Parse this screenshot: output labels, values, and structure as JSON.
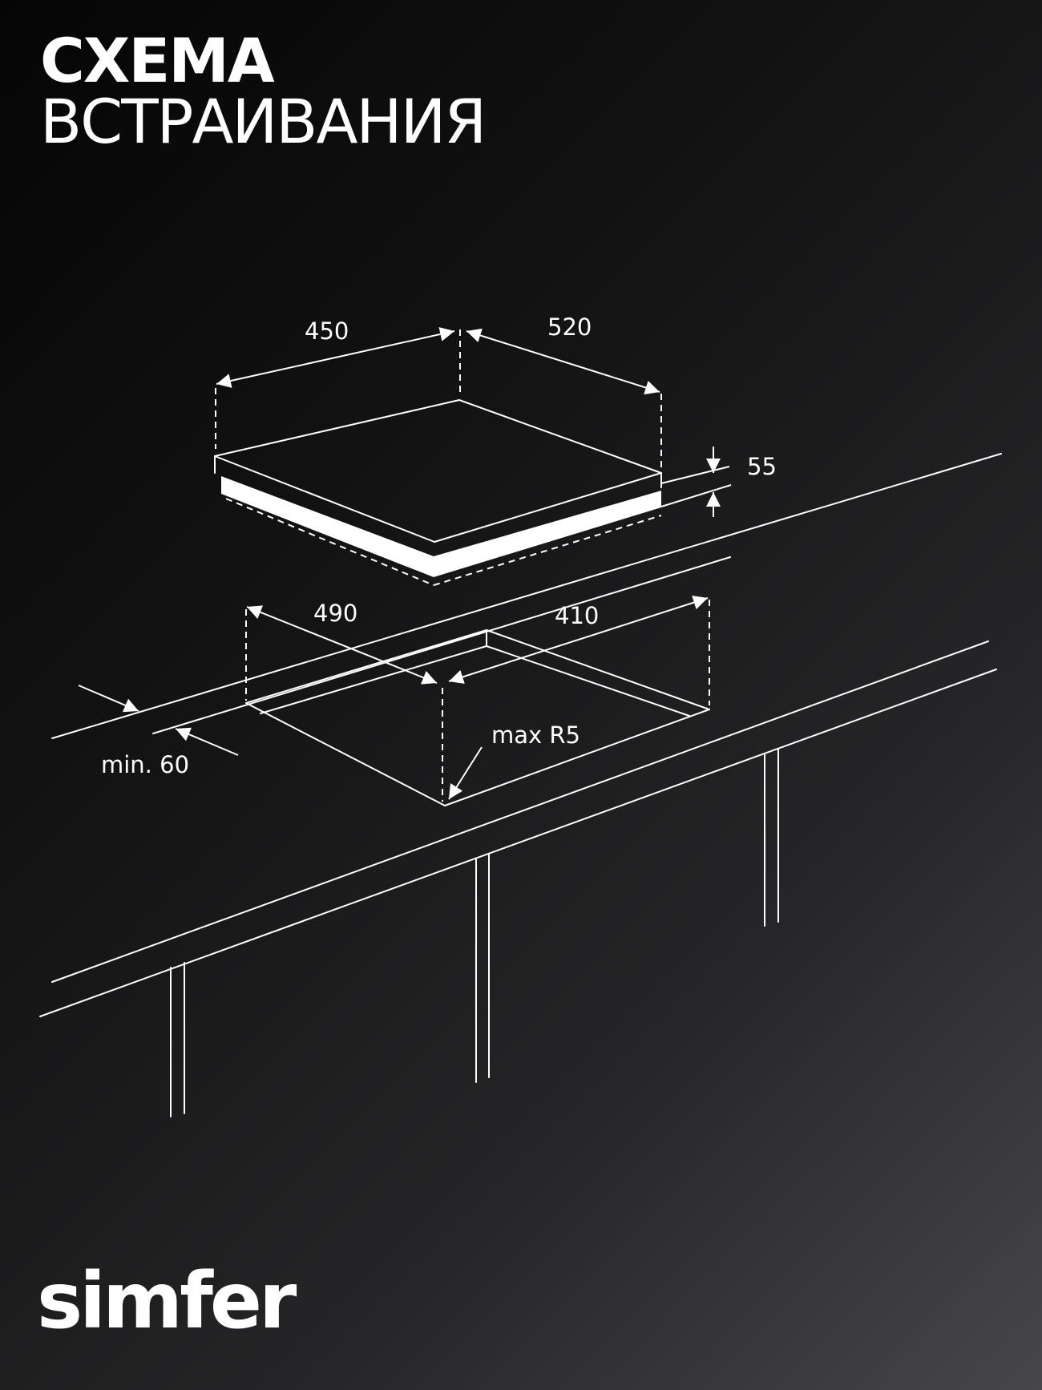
{
  "title": {
    "line1": "СХЕМА",
    "line2": "ВСТРАИВАНИЯ"
  },
  "dimensions": {
    "hob_width": "450",
    "hob_depth": "520",
    "hob_height": "55",
    "cutout_depth": "490",
    "cutout_width": "410",
    "corner_radius": "max R5",
    "min_edge": "min. 60"
  },
  "brand": {
    "logo_text": "simfer"
  },
  "colors": {
    "background_dark": "#050505",
    "background_light": "#474749",
    "line": "#ffffff"
  }
}
